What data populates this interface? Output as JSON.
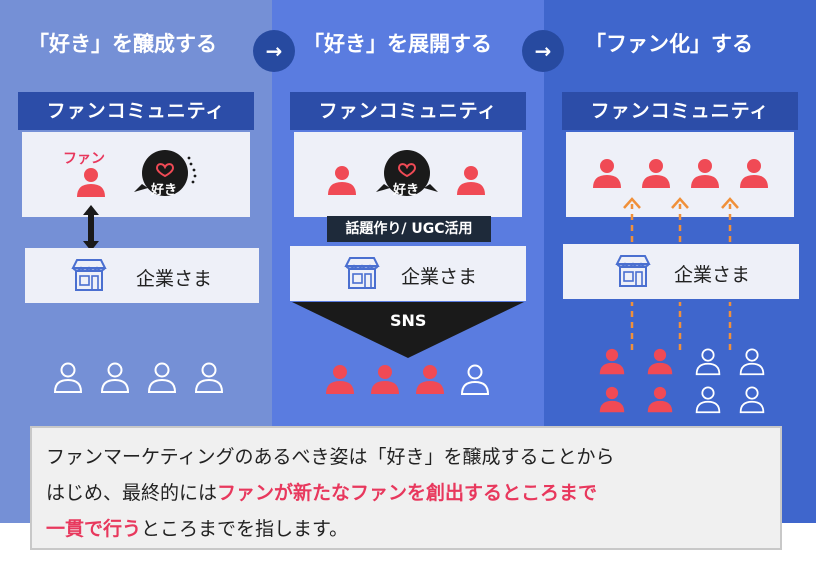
{
  "steps": [
    {
      "title": "「好き」を醸成する"
    },
    {
      "title": "「好き」を展開する"
    },
    {
      "title": "「ファン化」する"
    }
  ],
  "arrow_glyph": "→",
  "panel_title": "ファンコミュニティ",
  "company_label": "企業さま",
  "fan_label": "ファン",
  "like_label": "好き",
  "topic_badge": "話題作り/ UGC活用",
  "sns_label": "SNS",
  "description": {
    "line1": "ファンマーケティングのあるべき姿は「好き」を醸成することから",
    "line2_plain": "はじめ、最終的には",
    "line2_highlight": "ファンが新たなファンを創出するところまで",
    "line3_highlight": "一貫で行う",
    "line3_plain": "ところまでを指します。"
  },
  "colors": {
    "col1_bg": "#7590d6",
    "col2_bg": "#5a7ce0",
    "col3_bg": "#3f66cc",
    "panel_header": "#2c4da8",
    "fan_red": "#f04a55",
    "highlight": "#e8385d",
    "dashed_arrow": "#f0903a"
  },
  "icons": [
    "person-outline-icon",
    "person-filled-icon",
    "heart-icon",
    "store-icon",
    "double-arrow-icon",
    "dashed-up-arrow-icon"
  ]
}
